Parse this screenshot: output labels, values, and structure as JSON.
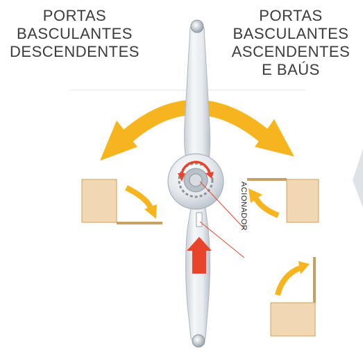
{
  "labels": {
    "left": [
      "PORTAS",
      "BASCULANTES",
      "DESCENDENTES"
    ],
    "right": [
      "PORTAS",
      "BASCULANTES",
      "ASCENDENTES",
      "E BAÚS"
    ],
    "actuator": "ACIONADOR"
  },
  "colors": {
    "arrow_orange": "#f6b51e",
    "actuator_red": "#e8442b",
    "door_block": "#f2d8b2",
    "door_panel": "#c8a062",
    "handle_light": "#eef1f4",
    "handle_shadow": "#c4cbd3"
  }
}
